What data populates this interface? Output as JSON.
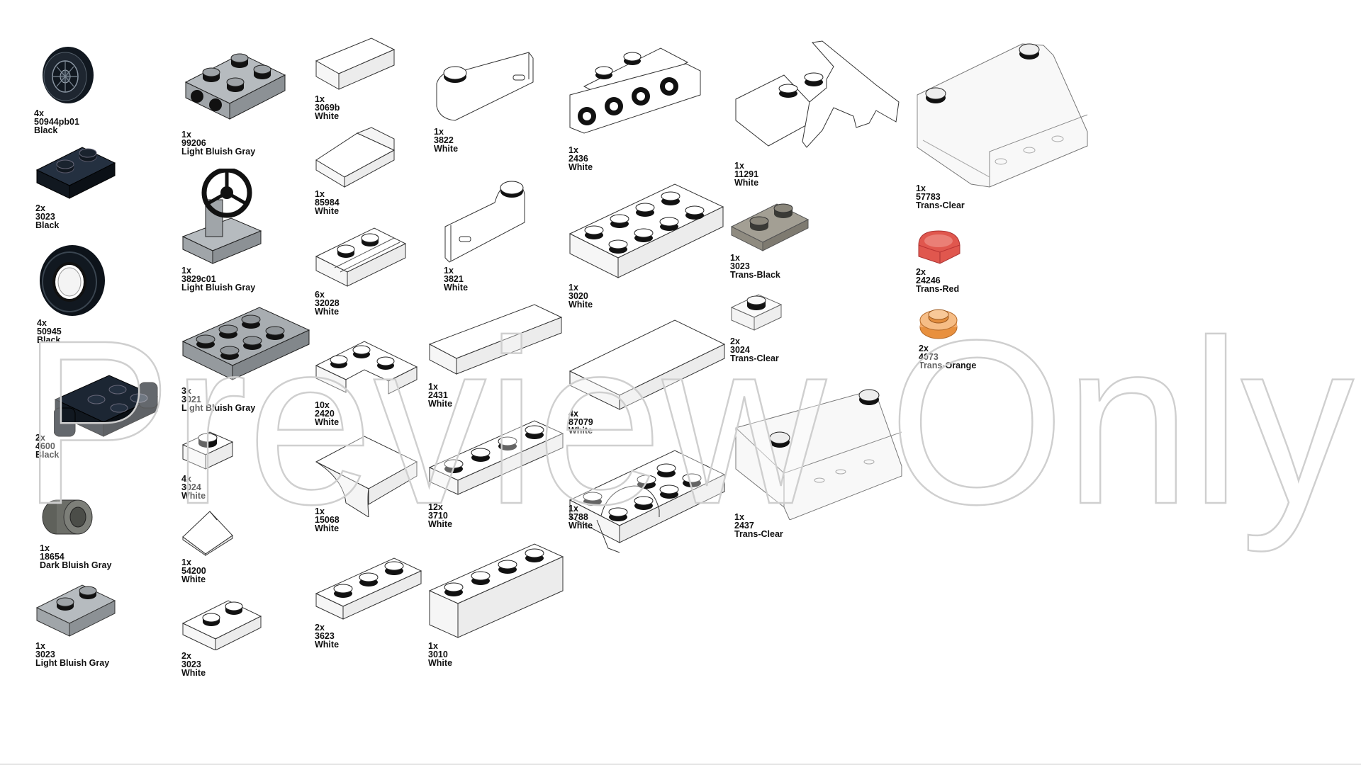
{
  "parts": [
    {
      "qty": "4x",
      "id": "50944pb01",
      "color": "Black",
      "icon": "wheel-rim-icon"
    },
    {
      "qty": "2x",
      "id": "3023",
      "color": "Black",
      "icon": "plate-1x2-icon"
    },
    {
      "qty": "4x",
      "id": "50945",
      "color": "Black",
      "icon": "tire-icon"
    },
    {
      "qty": "2x",
      "id": "4600",
      "color": "Black",
      "icon": "wheel-holder-plate-icon"
    },
    {
      "qty": "1x",
      "id": "18654",
      "color": "Dark Bluish Gray",
      "icon": "technic-pin-icon"
    },
    {
      "qty": "1x",
      "id": "3023",
      "color": "Light Bluish Gray",
      "icon": "plate-1x2-icon"
    },
    {
      "qty": "1x",
      "id": "99206",
      "color": "Light Bluish Gray",
      "icon": "plate-2x2-pins-icon"
    },
    {
      "qty": "1x",
      "id": "3829c01",
      "color": "Light Bluish Gray",
      "icon": "steering-wheel-icon"
    },
    {
      "qty": "3x",
      "id": "3021",
      "color": "Light Bluish Gray",
      "icon": "plate-2x3-icon"
    },
    {
      "qty": "4x",
      "id": "3024",
      "color": "White",
      "icon": "plate-1x1-icon"
    },
    {
      "qty": "1x",
      "id": "54200",
      "color": "White",
      "icon": "slope-1x1-icon"
    },
    {
      "qty": "2x",
      "id": "3023",
      "color": "White",
      "icon": "plate-1x2-icon"
    },
    {
      "qty": "1x",
      "id": "3069b",
      "color": "White",
      "icon": "tile-1x2-icon"
    },
    {
      "qty": "1x",
      "id": "85984",
      "color": "White",
      "icon": "slope-1x2-icon"
    },
    {
      "qty": "6x",
      "id": "32028",
      "color": "White",
      "icon": "plate-door-rail-icon"
    },
    {
      "qty": "10x",
      "id": "2420",
      "color": "White",
      "icon": "corner-plate-icon"
    },
    {
      "qty": "1x",
      "id": "15068",
      "color": "White",
      "icon": "curved-slope-icon"
    },
    {
      "qty": "2x",
      "id": "3623",
      "color": "White",
      "icon": "plate-1x3-icon"
    },
    {
      "qty": "1x",
      "id": "3822",
      "color": "White",
      "icon": "door-left-icon"
    },
    {
      "qty": "1x",
      "id": "3821",
      "color": "White",
      "icon": "door-right-icon"
    },
    {
      "qty": "1x",
      "id": "2431",
      "color": "White",
      "icon": "tile-1x4-icon"
    },
    {
      "qty": "12x",
      "id": "3710",
      "color": "White",
      "icon": "plate-1x4-icon"
    },
    {
      "qty": "1x",
      "id": "3010",
      "color": "White",
      "icon": "brick-1x4-icon"
    },
    {
      "qty": "1x",
      "id": "2436",
      "color": "White",
      "icon": "bracket-icon"
    },
    {
      "qty": "1x",
      "id": "3020",
      "color": "White",
      "icon": "plate-2x4-icon"
    },
    {
      "qty": "4x",
      "id": "87079",
      "color": "White",
      "icon": "tile-2x4-icon"
    },
    {
      "qty": "1x",
      "id": "3788",
      "color": "White",
      "icon": "fender-plate-icon"
    },
    {
      "qty": "1x",
      "id": "11291",
      "color": "White",
      "icon": "wedge-wing-icon"
    },
    {
      "qty": "1x",
      "id": "3023",
      "color": "Trans-Black",
      "icon": "plate-1x2-icon"
    },
    {
      "qty": "2x",
      "id": "3024",
      "color": "Trans-Clear",
      "icon": "plate-1x1-icon"
    },
    {
      "qty": "1x",
      "id": "2437",
      "color": "Trans-Clear",
      "icon": "windscreen-icon"
    },
    {
      "qty": "1x",
      "id": "57783",
      "color": "Trans-Clear",
      "icon": "windscreen-large-icon"
    },
    {
      "qty": "2x",
      "id": "24246",
      "color": "Trans-Red",
      "icon": "round-tile-icon"
    },
    {
      "qty": "2x",
      "id": "4073",
      "color": "Trans-Orange",
      "icon": "round-plate-icon"
    }
  ],
  "watermark": "Preview Only",
  "colors": {
    "black": "#111820",
    "light_bluish_gray": "#a0a5a9",
    "dark_bluish_gray": "#6c6e68",
    "white": "#ffffff",
    "trans_black": "#9a968a",
    "trans_red": "#e0574e",
    "trans_orange": "#f3a968"
  }
}
